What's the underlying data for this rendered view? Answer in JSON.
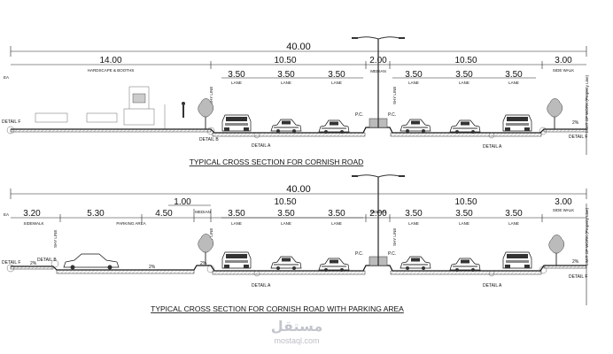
{
  "sections": [
    {
      "caption": "TYPICAL CROSS SECTION FOR CORNISH ROAD",
      "total_dimension": "40.00",
      "dimensions": {
        "left_zone": "14.00",
        "road_left": "10.50",
        "median": "2.00",
        "road_right": "10.50",
        "sidewalk_right": "3.00",
        "lanes_left": [
          "3.50",
          "3.50",
          "3.50"
        ],
        "lanes_right": [
          "3.50",
          "3.50",
          "3.50"
        ]
      },
      "labels": {
        "left_zone": "HARDSCAPE & BOOTHS",
        "lane": "LANE",
        "median": "MEDIAN",
        "sidewalk": "SIDE WALK",
        "shy_line": "SHY LINE",
        "limit_of_work": "LIMIT OF WORK (Property Line)",
        "edge_left": "EA",
        "detail_a": "DETAIL A",
        "detail_b": "DETAIL B",
        "detail_f": "DETAIL F",
        "slope": "2%",
        "pc": "P.C."
      }
    },
    {
      "caption": "TYPICAL CROSS SECTION FOR CORNISH ROAD WITH PARKING AREA",
      "total_dimension": "40.00",
      "dimensions": {
        "sidewalk_left": "3.20",
        "parking_1": "5.30",
        "parking_2": "4.50",
        "median_left": "1.00",
        "road_left": "10.50",
        "median": "2.00",
        "road_right": "10.50",
        "sidewalk_right": "3.00",
        "lanes_left": [
          "3.50",
          "3.50",
          "3.50"
        ],
        "lanes_right": [
          "3.50",
          "3.50",
          "3.50"
        ]
      },
      "labels": {
        "sidewalk_left": "SIDEWALK",
        "parking": "PARKING AREA",
        "median_left": "MEDIAN",
        "lane": "LANE",
        "median": "MEDIAN",
        "sidewalk": "SIDE WALK",
        "shy_line": "SHY LINE",
        "limit_of_work": "LIMIT OF WORK (Property Line)",
        "edge_left": "EA",
        "detail_a": "DETAIL A",
        "detail_b": "DETAIL B",
        "detail_f": "DETAIL F",
        "slope": "2%",
        "pc": "P.C."
      }
    }
  ],
  "watermark": {
    "arabic": "مستقل",
    "latin": "mostaql.com"
  }
}
